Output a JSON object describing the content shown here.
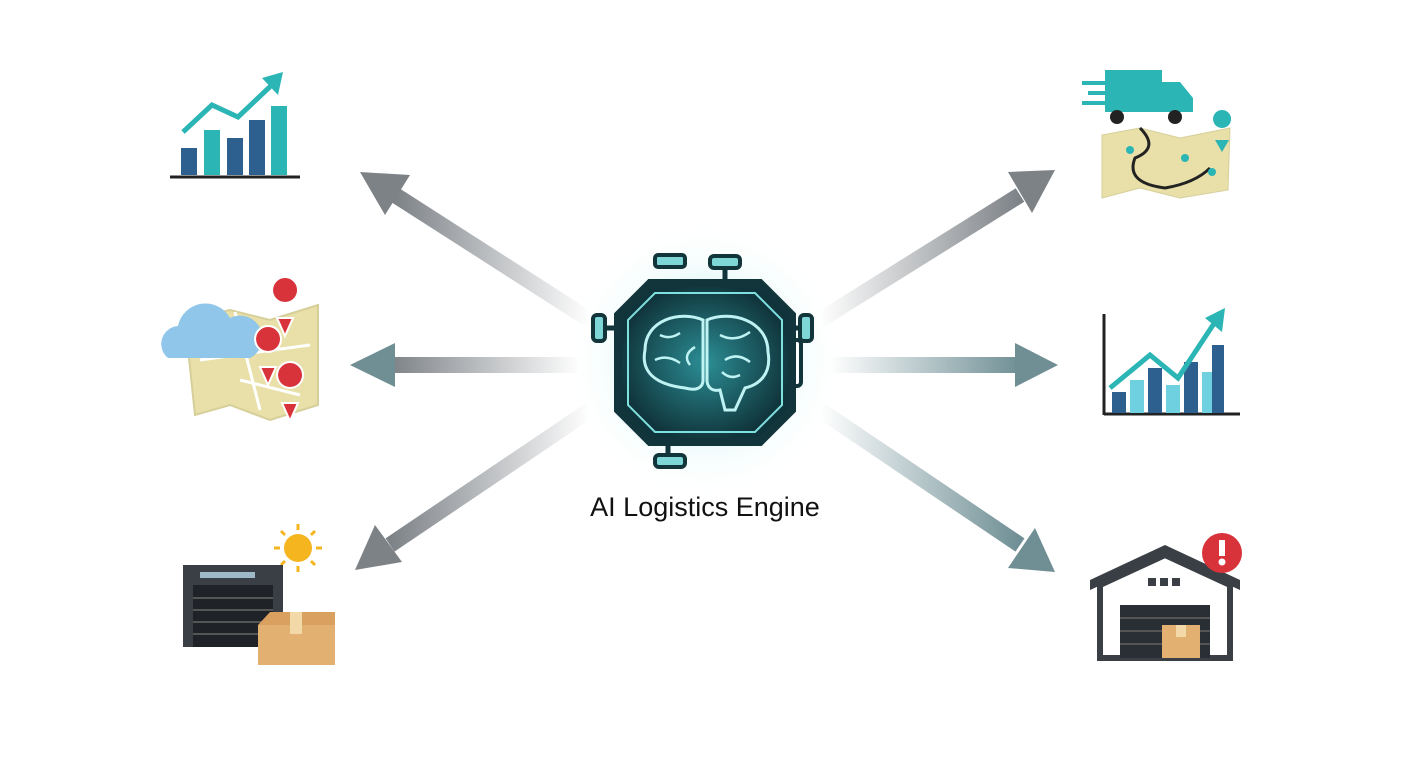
{
  "center": {
    "label": "AI Logistics Engine",
    "icon": "brain-chip-icon"
  },
  "colors": {
    "accent": "#2bb5b5",
    "chip_dark": "#12343b",
    "arrow": "#7d8287",
    "arrow_teal": "#6f8f95",
    "bar_blue": "#2d5f8f",
    "pin_red": "#d8323a"
  },
  "nodes": [
    {
      "icon": "bar-chart-trend-icon",
      "position": "top-left"
    },
    {
      "icon": "cloud-map-pins-icon",
      "position": "left"
    },
    {
      "icon": "warehouse-sun-box-icon",
      "position": "bottom-left"
    },
    {
      "icon": "truck-route-map-icon",
      "position": "top-right"
    },
    {
      "icon": "growth-chart-icon",
      "position": "right"
    },
    {
      "icon": "warehouse-alert-icon",
      "position": "bottom-right"
    }
  ]
}
